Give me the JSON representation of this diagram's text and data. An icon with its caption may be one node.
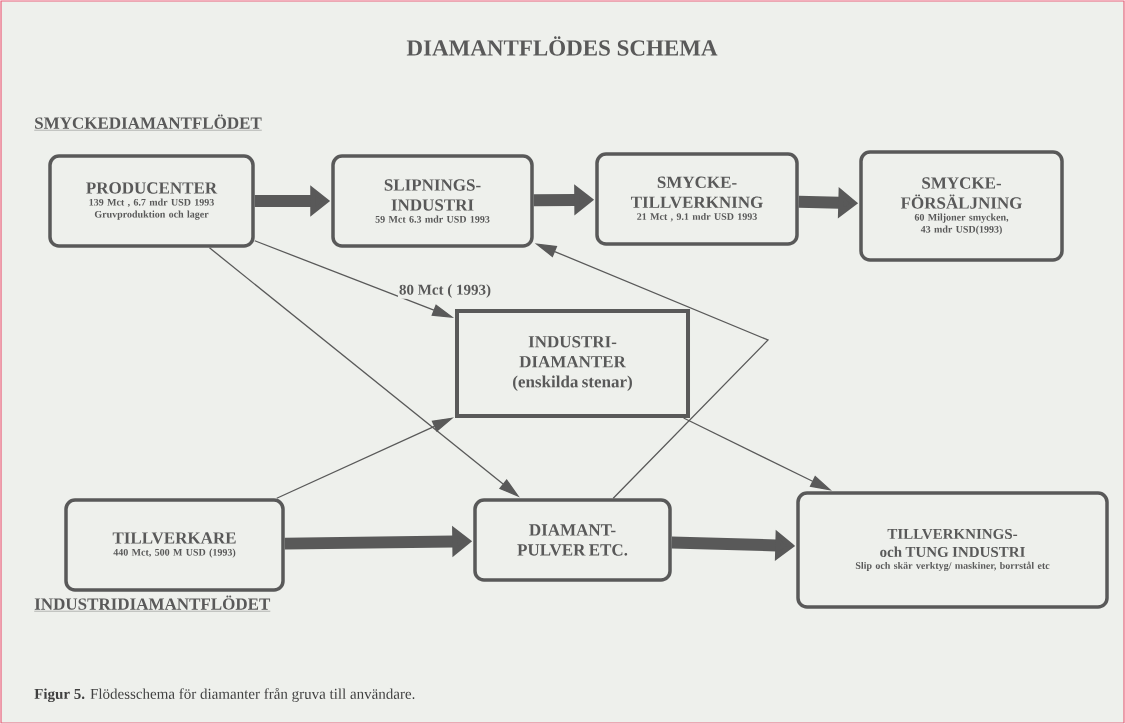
{
  "diagram": {
    "title": "DIAMANTFLÖDES SCHEMA",
    "caption": "**Figur 5.** Flödesschema för diamanter från gruva till användare.",
    "nodes": [
      {
        "text": [
          "PRODUCENTER",
          "139 Mct , 6.7 mdr USD 1993",
          "Gruvproduktion och lager"
        ]
      },
      {
        "text": [
          "SLIPNINGS- INDUSTRI",
          "59 Mct 6.3 mdr USD 1993"
        ]
      },
      {
        "text": [
          "SMYCKE- TILLVERKNING",
          "21 Mct , 9.1 mdr USD 1993"
        ]
      },
      {
        "text": [
          "SMYCKE- FÖRSÄLJNING",
          "60 Miljoner smycken, 43 mdr USD(1993)"
        ]
      },
      {
        "text": [
          "INDUSTRI- DIAMANTER (enskilda stenar)"
        ]
      },
      {
        "text": [
          "TILLVERKARE",
          "440 Mct, 500 M USD (1993)"
        ]
      },
      {
        "text": [
          "DIAMANT- PULVER ETC."
        ]
      },
      {
        "text": [
          "TILLVERKNINGS- och TUNG INDUSTRI",
          "Slip och skär verktyg/ maskiner, borrstål etc"
        ]
      }
    ],
    "edges": [
      {
        "from": 0,
        "to": 1,
        "arrow": "to",
        "style": "thick"
      },
      {
        "from": 1,
        "to": 2,
        "arrow": "to",
        "style": "thick"
      },
      {
        "from": 2,
        "to": 3,
        "arrow": "to",
        "style": "thick"
      },
      {
        "from": 0,
        "to": 4,
        "arrow": "to",
        "label": "80 Mct ( 1993)"
      },
      {
        "from": 0,
        "to": 6,
        "arrow": "to"
      },
      {
        "from": 5,
        "to": 4,
        "arrow": "to"
      },
      {
        "from": 5,
        "to": 6,
        "arrow": "to",
        "style": "thick"
      },
      {
        "from": 6,
        "to": 1,
        "arrow": "to"
      },
      {
        "from": 4,
        "to": 7,
        "arrow": "to"
      },
      {
        "from": 6,
        "to": 7,
        "arrow": "to",
        "style": "thick"
      }
    ],
    "labels": [
      "SMYCKEDIAMANTFLÖDET",
      "INDUSTRIDIAMANTFLÖDET"
    ]
  }
}
